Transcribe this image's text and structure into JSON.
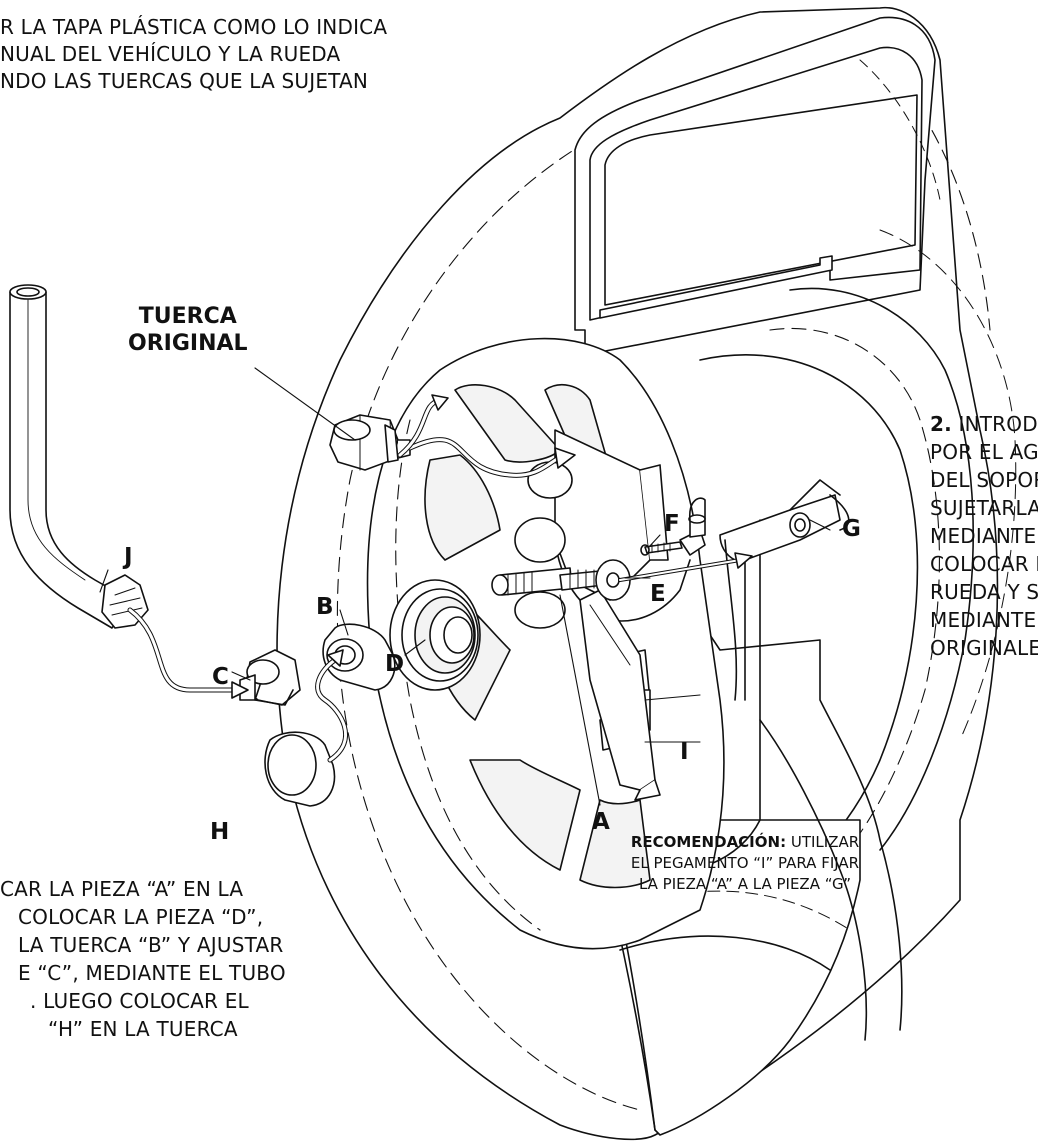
{
  "instructions": {
    "top": [
      "R LA TAPA PLÁSTICA COMO LO INDICA",
      "NUAL DEL VEHÍCULO Y LA RUEDA",
      "NDO LAS TUERCAS QUE LA SUJETAN"
    ],
    "step2": {
      "number": "2.",
      "lines": [
        "INTRODU",
        "POR EL AGU",
        "DEL SOPOR",
        "SUJETARLA",
        "MEDIANTE",
        "COLOCAR N",
        "RUEDA Y SU",
        "MEDIANTE",
        "ORIGINALES"
      ]
    },
    "bottom": [
      "CAR LA PIEZA “A” EN LA",
      "COLOCAR LA PIEZA “D”,",
      "LA TUERCA “B” Y AJUSTAR",
      "E “C”, MEDIANTE EL TUBO",
      ". LUEGO COLOCAR EL",
      "“H” EN LA TUERCA"
    ],
    "recommendation": {
      "label": "RECOMENDACIÓN:",
      "lines": [
        "UTILIZAR",
        "EL PEGAMENTO “I” PARA FIJAR",
        "LA PIEZA “A” A LA PIEZA “G”"
      ]
    }
  },
  "callouts": {
    "original_nut": [
      "TUERCA",
      "ORIGINAL"
    ],
    "A": "A",
    "B": "B",
    "C": "C",
    "D": "D",
    "E": "E",
    "F": "F",
    "G": "G",
    "H": "H",
    "I": "I",
    "J": "J"
  },
  "icons": [
    "wheel-rim",
    "tire",
    "tube-wrench",
    "nut",
    "cap",
    "washer",
    "bolt",
    "bracket",
    "glue-tube",
    "arrow"
  ],
  "colors": {
    "ink": "#111111",
    "background": "#ffffff",
    "fill": "#f3f3f3"
  }
}
